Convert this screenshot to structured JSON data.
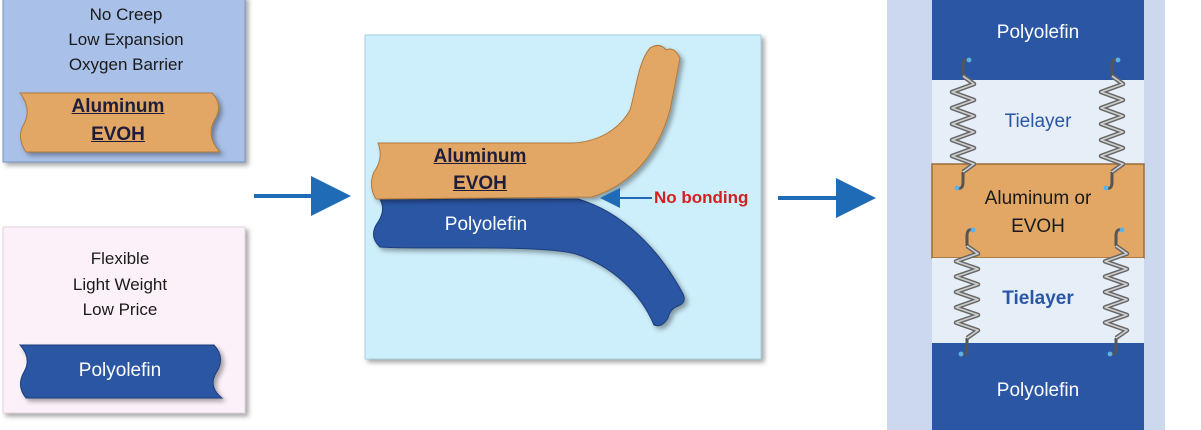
{
  "left_top_panel": {
    "properties": [
      "No Creep",
      "Low Expansion",
      "Oxygen Barrier"
    ],
    "material_line1": "Aluminum",
    "material_line2": "EVOH"
  },
  "left_bottom_panel": {
    "properties": [
      "Flexible",
      "Light Weight",
      "Low Price"
    ],
    "material": "Polyolefin"
  },
  "middle_panel": {
    "top_layer_line1": "Aluminum",
    "top_layer_line2": "EVOH",
    "bottom_layer": "Polyolefin",
    "annotation": "No bonding"
  },
  "right_panel": {
    "top_layer": "Polyolefin",
    "upper_tie": "Tielayer",
    "core_line1": "Aluminum or",
    "core_line2": "EVOH",
    "lower_tie": "Tielayer",
    "bottom_layer": "Polyolefin"
  },
  "colors": {
    "orange": "#E2A765",
    "blue": "#2A56A4",
    "panel_blue": "#A9C0E8",
    "panel_pink": "#FCF1F8",
    "middle_bg": "#CDEEFB",
    "right_bg": "#CBD8EE",
    "tie_bg": "#E6EEF8",
    "arrow": "#1F6BB5",
    "no_bond_red": "#D22020"
  }
}
